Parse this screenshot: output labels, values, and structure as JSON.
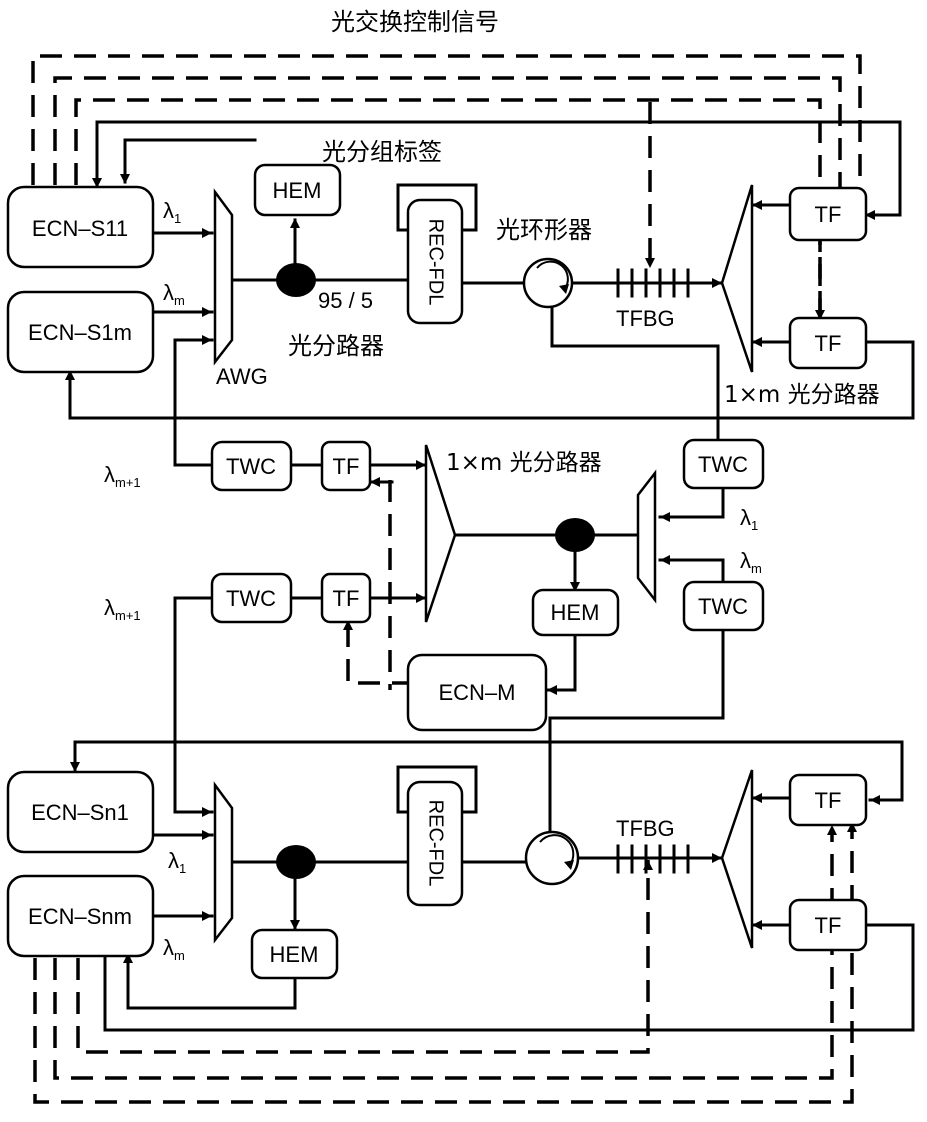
{
  "title": "光交换控制信号",
  "labels": {
    "packet_label": "光分组标签",
    "circulator": "光环形器",
    "ratio": "95 / 5",
    "splitter": "光分路器",
    "awg": "AWG",
    "tfbg": "TFBG",
    "splitter_1xm_top": "1×m 光分路器",
    "splitter_1xm_mid": "1×m 光分路器"
  },
  "wavelengths": {
    "l1": "λ",
    "l1_sub": "1",
    "lm": "λ",
    "lm_sub": "m",
    "lm1": "λ",
    "lm1_sub": "m+1"
  },
  "nodes": {
    "ecn_s11": "ECN–S11",
    "ecn_s1m": "ECN–S1m",
    "ecn_sn1": "ECN–Sn1",
    "ecn_snm": "ECN–Snm",
    "ecn_m": "ECN–M",
    "hem": "HEM",
    "rec_fdl": "REC-FDL",
    "tf": "TF",
    "twc": "TWC"
  }
}
